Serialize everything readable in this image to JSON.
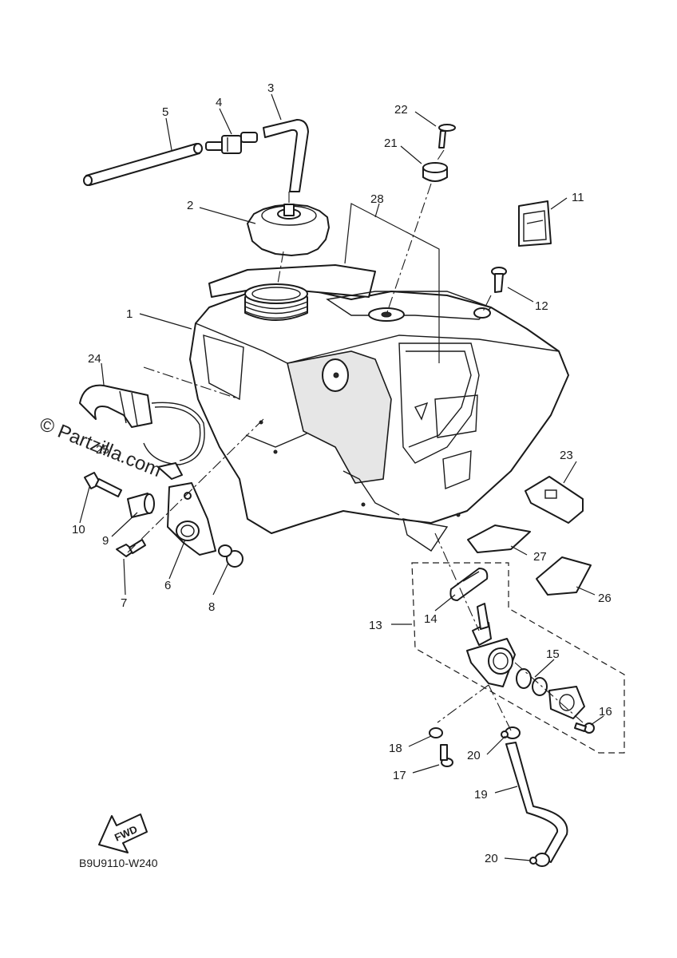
{
  "diagram_code": "B9U9110-W240",
  "watermark": "© Partzilla.com",
  "fwd_label": "FWD",
  "callouts": {
    "c1": "1",
    "c2": "2",
    "c3": "3",
    "c4": "4",
    "c5": "5",
    "c6": "6",
    "c7": "7",
    "c8": "8",
    "c9": "9",
    "c10": "10",
    "c11": "11",
    "c12": "12",
    "c13": "13",
    "c14": "14",
    "c15": "15",
    "c16": "16",
    "c17": "17",
    "c18": "18",
    "c19": "19",
    "c20a": "20",
    "c20b": "20",
    "c21": "21",
    "c22": "22",
    "c23": "23",
    "c24": "24",
    "c25": "25",
    "c26": "26",
    "c27": "27",
    "c28": "28"
  },
  "colors": {
    "line": "#1a1a1a",
    "background": "#ffffff"
  }
}
